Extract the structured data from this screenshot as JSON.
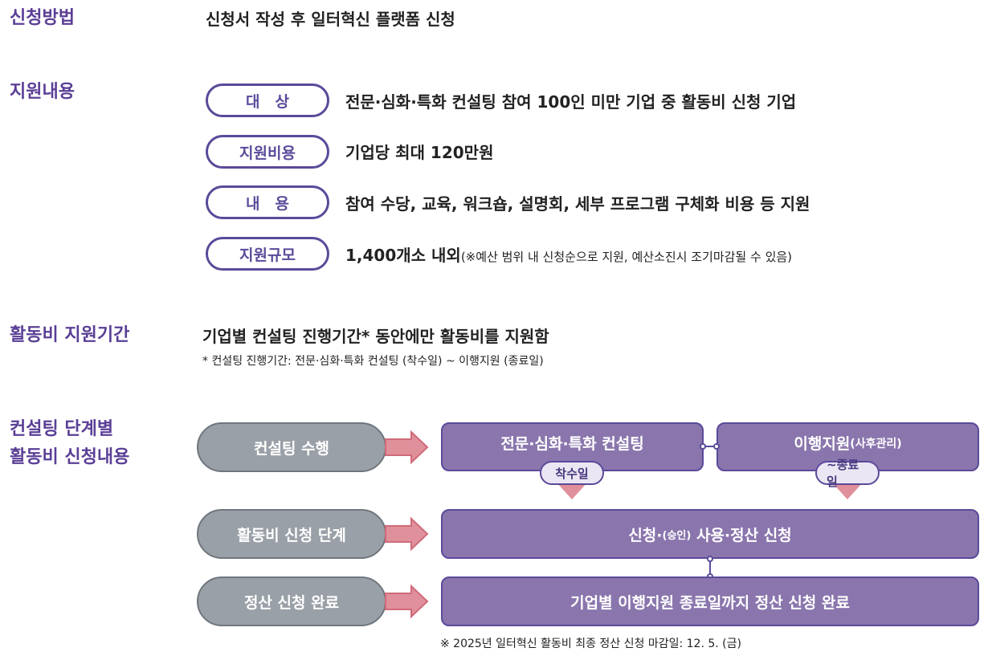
{
  "sections": {
    "method": {
      "heading": "신청방법",
      "text": "신청서 작성 후 일터혁신 플랫폼 신청"
    },
    "support": {
      "heading": "지원내용",
      "rows": [
        {
          "label": "대　상",
          "value": "전문·심화·특화 컨설팅 참여 100인 미만 기업 중 활동비 신청 기업",
          "note": ""
        },
        {
          "label": "지원비용",
          "value": "기업당 최대 120만원",
          "note": ""
        },
        {
          "label": "내　용",
          "value": "참여 수당, 교육, 워크숍, 설명회, 세부 프로그램 구체화 비용 등 지원",
          "note": ""
        },
        {
          "label": "지원규모",
          "value": "1,400개소 내외",
          "note": "(※예산 범위 내 신청순으로 지원, 예산소진시 조기마감될 수 있음)"
        }
      ]
    },
    "period": {
      "heading": "활동비 지원기간",
      "text": "기업별 컨설팅 진행기간* 동안에만 활동비를 지원함",
      "note": "* 컨설팅 진행기간: 전문·심화·특화 컨설팅 (착수일) ~ 이행지원 (종료일)"
    },
    "steps": {
      "heading_line1": "컨설팅 단계별",
      "heading_line2": "활동비 신청내용",
      "stages": [
        "컨설팅 수행",
        "활동비 신청 단계",
        "정산 신청 완료"
      ],
      "consulting": "전문·심화·특화 컨설팅",
      "followup": "이행지원",
      "followup_sub": "(사후관리)",
      "start_badge": "착수일",
      "end_badge": "~종료일",
      "apply_pre": "신청·",
      "apply_sub": "(승인)",
      "apply_post": " 사용·정산 신청",
      "settle": "기업별 이행지원 종료일까지 정산 신청 완료",
      "footnote": "※ 2025년 일터혁신 활동비 최종 정산 신청 마감일: 12. 5. (금)"
    }
  },
  "colors": {
    "heading": "#5a3f96",
    "box": "#8a76ad",
    "gray": "#9aa0a7",
    "arrow": "#e0909a"
  }
}
